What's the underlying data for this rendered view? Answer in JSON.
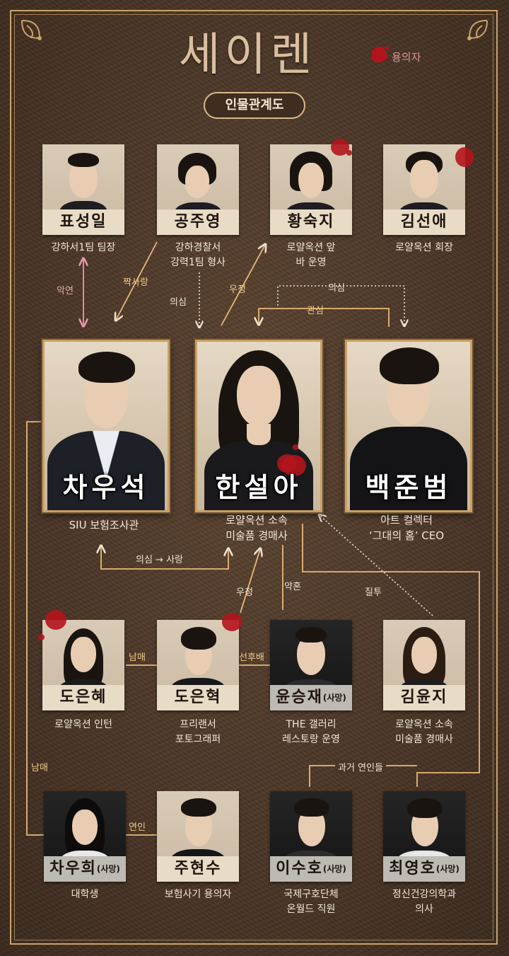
{
  "title": "세이렌",
  "subtitle": "인물관계도",
  "legend": {
    "label": "용의자",
    "color": "#b3141c"
  },
  "deceased_tag": "(사망)",
  "row1": [
    {
      "name": "표성일",
      "role_lines": [
        "강하서1팀 팀장"
      ]
    },
    {
      "name": "공주영",
      "role_lines": [
        "강하경찰서",
        "강력1팀 형사"
      ]
    },
    {
      "name": "황숙지",
      "role_lines": [
        "로얄옥션 앞",
        "바 운영"
      ],
      "suspect": true
    },
    {
      "name": "김선애",
      "role_lines": [
        "로얄옥션 회장"
      ],
      "suspect": true
    }
  ],
  "main": [
    {
      "name": "차우석",
      "role_lines": [
        "SIU 보험조사관"
      ]
    },
    {
      "name": "한설아",
      "role_lines": [
        "로얄옥션 소속",
        "미술품 경매사"
      ],
      "suspect": true
    },
    {
      "name": "백준범",
      "role_lines": [
        "아트 컬렉터",
        "‘그대의 홈’ CEO"
      ]
    }
  ],
  "row3": [
    {
      "name": "도은혜",
      "role_lines": [
        "로얄옥션 인턴"
      ],
      "suspect": true
    },
    {
      "name": "도은혁",
      "role_lines": [
        "프리랜서",
        "포토그래퍼"
      ],
      "suspect": true
    },
    {
      "name": "윤승재",
      "deceased": true,
      "role_lines": [
        "THE 갤러리",
        "레스토랑 운영"
      ]
    },
    {
      "name": "김윤지",
      "role_lines": [
        "로얄옥션 소속",
        "미술품 경매사"
      ]
    }
  ],
  "row4": [
    {
      "name": "차우희",
      "deceased": true,
      "role_lines": [
        "대학생"
      ]
    },
    {
      "name": "주현수",
      "role_lines": [
        "보험사기 용의자"
      ]
    },
    {
      "name": "이수호",
      "deceased": true,
      "role_lines": [
        "국제구호단체",
        "온월드 직원"
      ]
    },
    {
      "name": "최영호",
      "deceased": true,
      "role_lines": [
        "정신건강의학과",
        "의사"
      ]
    }
  ],
  "relations": {
    "rivalry": "악연",
    "crush": "짝사랑",
    "suspicion1": "의심",
    "friendship1": "우정",
    "suspicion2": "의심",
    "interest": "관심",
    "suspicion_love": "의심 → 사랑",
    "friendship2": "우정",
    "engaged": "약혼",
    "jealousy": "질투",
    "siblings1": "남매",
    "senior_junior": "선후배",
    "siblings2": "남매",
    "lovers": "연인",
    "past_lovers": "과거 연인들"
  },
  "colors": {
    "line": "#e8b978",
    "dotted": "#efe4d4",
    "pink": "#e59aa8",
    "frame": "#c9a46a"
  }
}
